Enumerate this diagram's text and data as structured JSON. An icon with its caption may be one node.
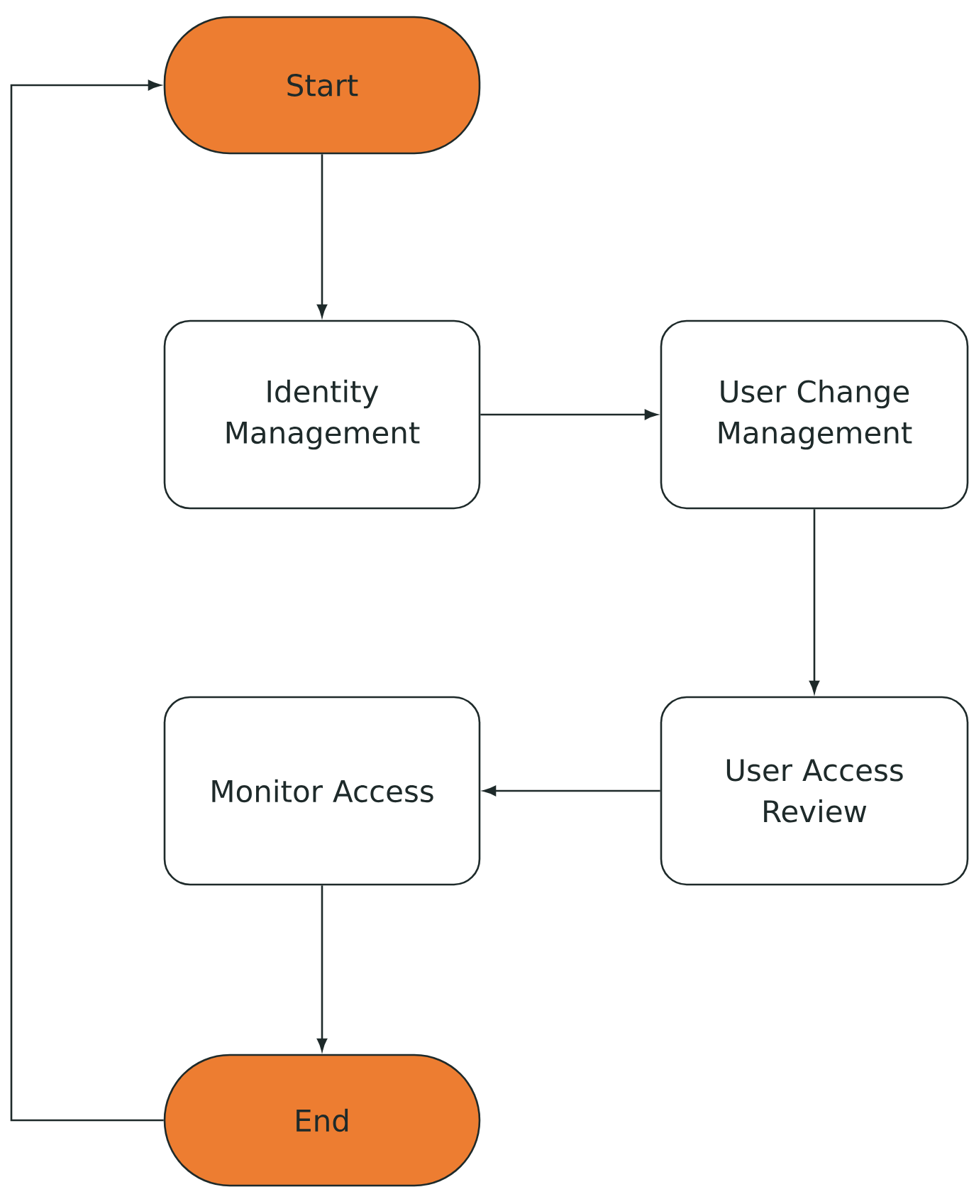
{
  "diagram": {
    "nodes": [
      {
        "text": [
          "Start"
        ]
      },
      {
        "text": [
          "Identity Management"
        ]
      },
      {
        "text": [
          "User Change Management"
        ]
      },
      {
        "text": [
          "User Access Review"
        ]
      },
      {
        "text": [
          "Monitor Access"
        ]
      },
      {
        "text": [
          "End"
        ]
      }
    ],
    "edges": [
      {
        "from": 0,
        "to": 1,
        "arrow": "to"
      },
      {
        "from": 1,
        "to": 2,
        "arrow": "to"
      },
      {
        "from": 2,
        "to": 3,
        "arrow": "to"
      },
      {
        "from": 3,
        "to": 4,
        "arrow": "to"
      },
      {
        "from": 4,
        "to": 5,
        "arrow": "to"
      },
      {
        "from": 5,
        "to": 0,
        "arrow": "to"
      }
    ]
  }
}
